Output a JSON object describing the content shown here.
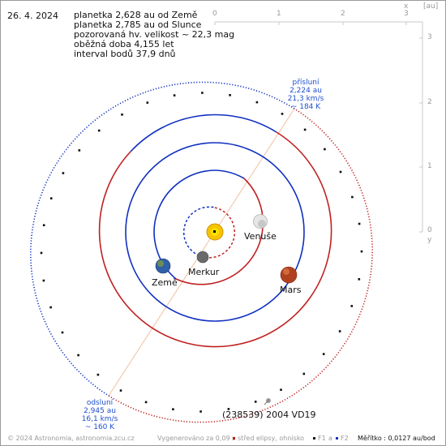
{
  "header": {
    "date": "26. 4. 2024",
    "lines": [
      "planetka 2,628 au od Země",
      "planetka 2,785 au od Slunce",
      "pozorovaná hv. velikost ~ 22,3 mag",
      "oběžná doba 4,155 let",
      "interval bodů 37,9 dnů"
    ]
  },
  "axes": {
    "x_ticks": [
      "0",
      "1",
      "2",
      "3"
    ],
    "x_name": "x",
    "unit": "[au]",
    "y_ticks": [
      "3",
      "2",
      "1",
      "0"
    ],
    "y_name": "y"
  },
  "bodies": {
    "venus": "Venuše",
    "mercury": "Merkur",
    "earth": "Země",
    "mars": "Mars"
  },
  "perihelion": [
    "přísluní",
    "2,224 au",
    "21,3 km/s",
    "~ 184 K"
  ],
  "aphelion": [
    "odsluní",
    "2,945 au",
    "16,1 km/s",
    "~ 160 K"
  ],
  "asteroid_name": "(238539) 2004 VD19",
  "footer": {
    "copyright": "© 2024 Astronomia, astronomia.zcu.cz",
    "generated": "Vygenerováno za 0,09 s",
    "legend_center": "střed elipsy, ohnisko",
    "legend_f1": "F1",
    "legend_a": "a",
    "legend_f2": "F2",
    "scale": "Měřítko : 0,0127 au/bod"
  },
  "colors": {
    "blue_orbit": "#1030c0",
    "red_orbit": "#c02020",
    "label_blue": "#1f4fd0",
    "apsides_line": "#f0b890"
  }
}
